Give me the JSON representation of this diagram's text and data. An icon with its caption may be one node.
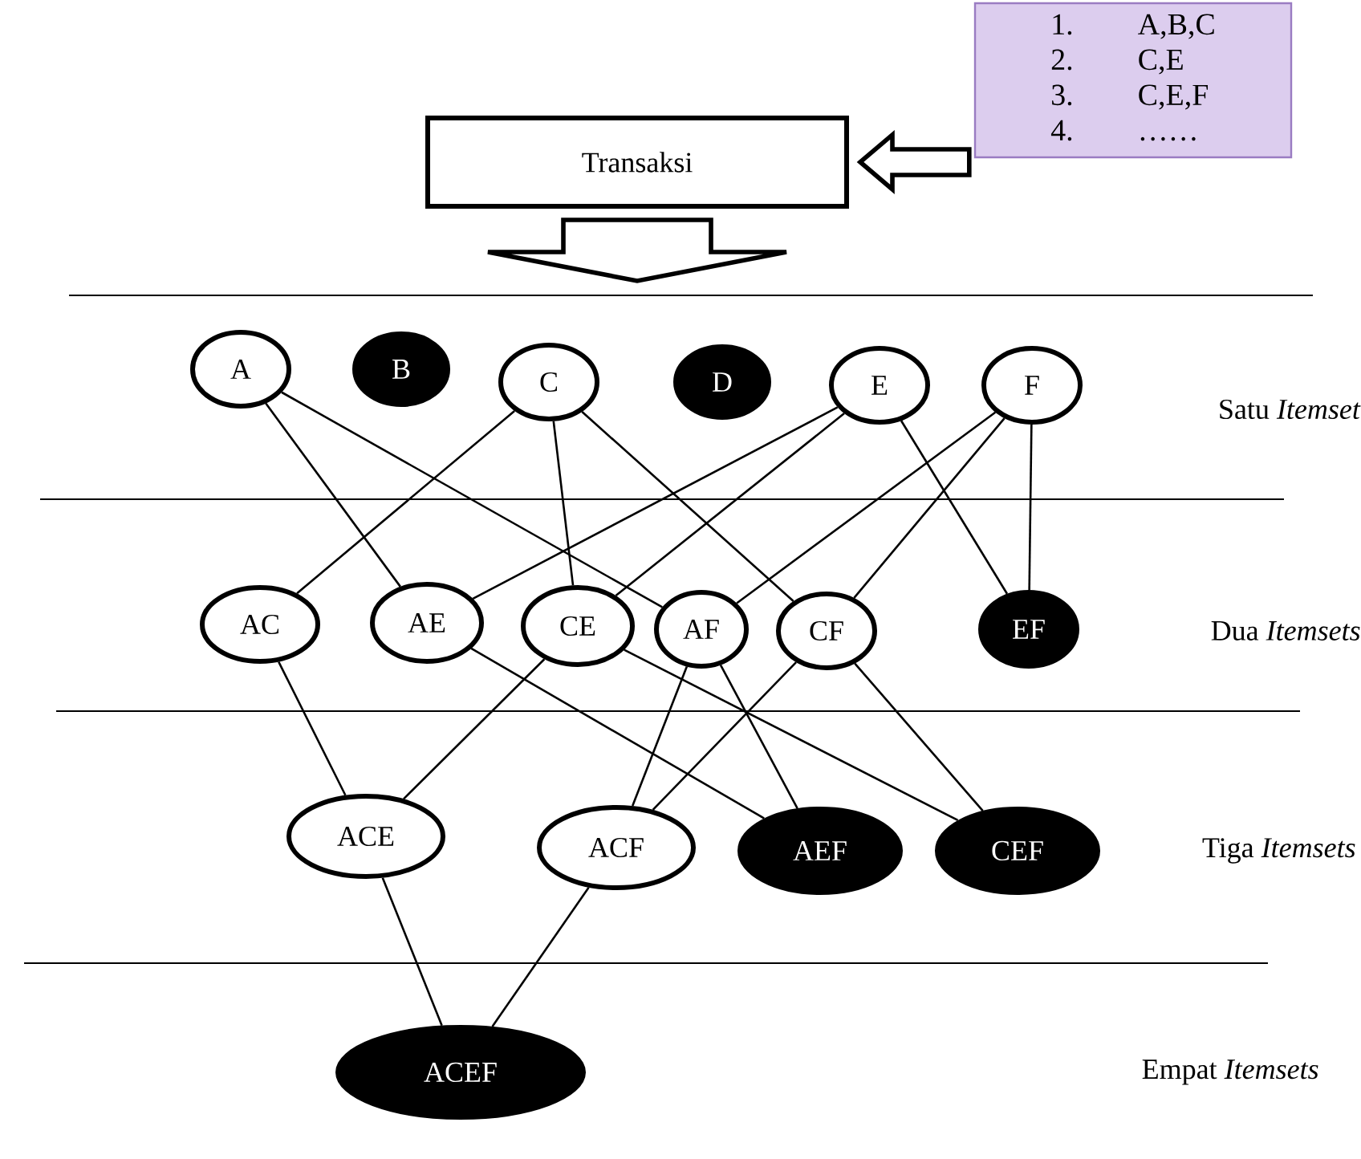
{
  "diagram": {
    "nodes": [
      {
        "text": [
          "1.",
          "A,B,C",
          "2.",
          "C,E",
          "3.",
          "C,E,F",
          "4.",
          "……"
        ]
      },
      {
        "text": [
          "Transaksi"
        ]
      },
      {
        "text": [
          "A"
        ]
      },
      {
        "text": [
          "B"
        ]
      },
      {
        "text": [
          "C"
        ]
      },
      {
        "text": [
          "D"
        ]
      },
      {
        "text": [
          "E"
        ]
      },
      {
        "text": [
          "F"
        ]
      },
      {
        "text": [
          "AC"
        ]
      },
      {
        "text": [
          "AE"
        ]
      },
      {
        "text": [
          "CE"
        ]
      },
      {
        "text": [
          "AF"
        ]
      },
      {
        "text": [
          "CF"
        ]
      },
      {
        "text": [
          "EF"
        ]
      },
      {
        "text": [
          "ACE"
        ]
      },
      {
        "text": [
          "ACF"
        ]
      },
      {
        "text": [
          "AEF"
        ]
      },
      {
        "text": [
          "CEF"
        ]
      },
      {
        "text": [
          "ACEF"
        ]
      }
    ],
    "edges": [
      {
        "from": 0,
        "to": 1,
        "arrow": "to",
        "style": "thick"
      },
      {
        "from": 1,
        "to": null,
        "arrow": "to",
        "style": "thick"
      },
      {
        "from": 2,
        "to": 9,
        "arrow": "none"
      },
      {
        "from": 2,
        "to": 11,
        "arrow": "none"
      },
      {
        "from": 4,
        "to": 8,
        "arrow": "none"
      },
      {
        "from": 4,
        "to": 10,
        "arrow": "none"
      },
      {
        "from": 4,
        "to": 12,
        "arrow": "none"
      },
      {
        "from": 6,
        "to": 9,
        "arrow": "none"
      },
      {
        "from": 6,
        "to": 10,
        "arrow": "none"
      },
      {
        "from": 6,
        "to": 13,
        "arrow": "none"
      },
      {
        "from": 7,
        "to": 11,
        "arrow": "none"
      },
      {
        "from": 7,
        "to": 12,
        "arrow": "none"
      },
      {
        "from": 7,
        "to": 13,
        "arrow": "none"
      },
      {
        "from": 8,
        "to": 14,
        "arrow": "none"
      },
      {
        "from": 10,
        "to": 14,
        "arrow": "none"
      },
      {
        "from": 11,
        "to": 15,
        "arrow": "none"
      },
      {
        "from": 12,
        "to": 15,
        "arrow": "none"
      },
      {
        "from": 9,
        "to": 16,
        "arrow": "none"
      },
      {
        "from": 11,
        "to": 16,
        "arrow": "none"
      },
      {
        "from": 10,
        "to": 17,
        "arrow": "none"
      },
      {
        "from": 12,
        "to": 17,
        "arrow": "none"
      },
      {
        "from": 14,
        "to": 18,
        "arrow": "none"
      },
      {
        "from": 15,
        "to": 18,
        "arrow": "none"
      }
    ],
    "labels": [
      "Satu *Itemset*",
      "Dua *Itemsets*",
      "Tiga *Itemsets*",
      "Empat *Itemsets*"
    ]
  }
}
